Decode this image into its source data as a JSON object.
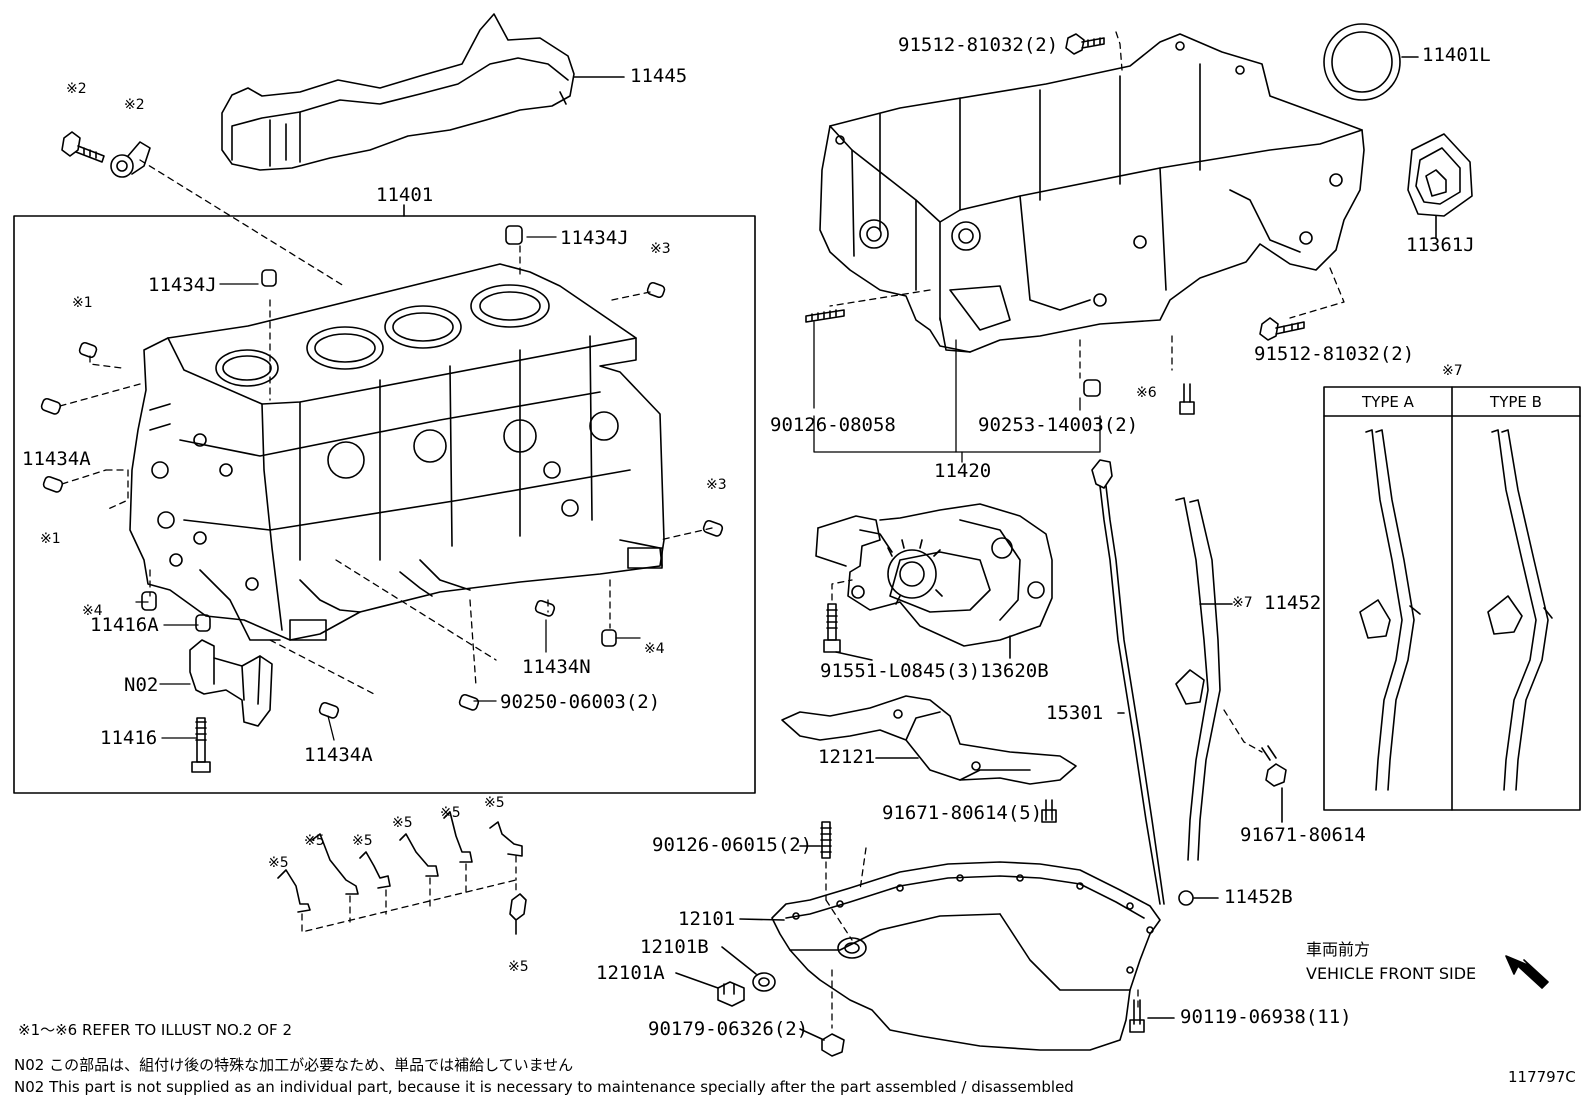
{
  "colors": {
    "ink": "#000000",
    "paper": "#ffffff"
  },
  "labels": {
    "p11445": "11445",
    "p11401": "11401",
    "p11434J_a": "11434J",
    "p11434J_b": "11434J",
    "p11434A_a": "11434A",
    "p11434A_b": "11434A",
    "p11416A": "11416A",
    "p11416": "11416",
    "pN02": "N02",
    "p11434N": "11434N",
    "p90250": "90250-06003(2)",
    "p91512_top": "91512-81032(2)",
    "p91512_bot": "91512-81032(2)",
    "p11401L": "11401L",
    "p11361J": "11361J",
    "p90126_08058": "90126-08058",
    "p90253": "90253-14003(2)",
    "p11420": "11420",
    "p91551": "91551-L0845(3)",
    "p13620B": "13620B",
    "p15301": "15301",
    "p11452": "11452",
    "p12121": "12121",
    "p91671_5": "91671-80614(5)",
    "p91671": "91671-80614",
    "p90126_06015": "90126-06015(2)",
    "p12101": "12101",
    "p12101B": "12101B",
    "p12101A": "12101A",
    "p90179": "90179-06326(2)",
    "p11452B": "11452B",
    "p90119": "90119-06938(11)"
  },
  "marks": {
    "m1a": "※1",
    "m1b": "※1",
    "m2a": "※2",
    "m2b": "※2",
    "m3a": "※3",
    "m3b": "※3",
    "m4a": "※4",
    "m4b": "※4",
    "m5a": "※5",
    "m5b": "※5",
    "m5c": "※5",
    "m5d": "※5",
    "m5e": "※5",
    "m5f": "※5",
    "m5g": "※5",
    "m6": "※6",
    "m7": "※7",
    "m7b": "※7"
  },
  "type_box": {
    "col_a": "TYPE A",
    "col_b": "TYPE B"
  },
  "direction": {
    "jp": "車両前方",
    "en": "VEHICLE FRONT SIDE"
  },
  "notes": {
    "refer": "※1～※6 REFER TO ILLUST NO.2 OF 2",
    "n02_jp": "N02  この部品は、組付け後の特殊な加工が必要なため、単品では補給していません",
    "n02_en": "N02  This part is not supplied as an individual part, because it is necessary to maintenance specially after the part assembled / disassembled"
  },
  "illust_no": "117797C",
  "icons": [
    "arrow-down-right-icon"
  ]
}
